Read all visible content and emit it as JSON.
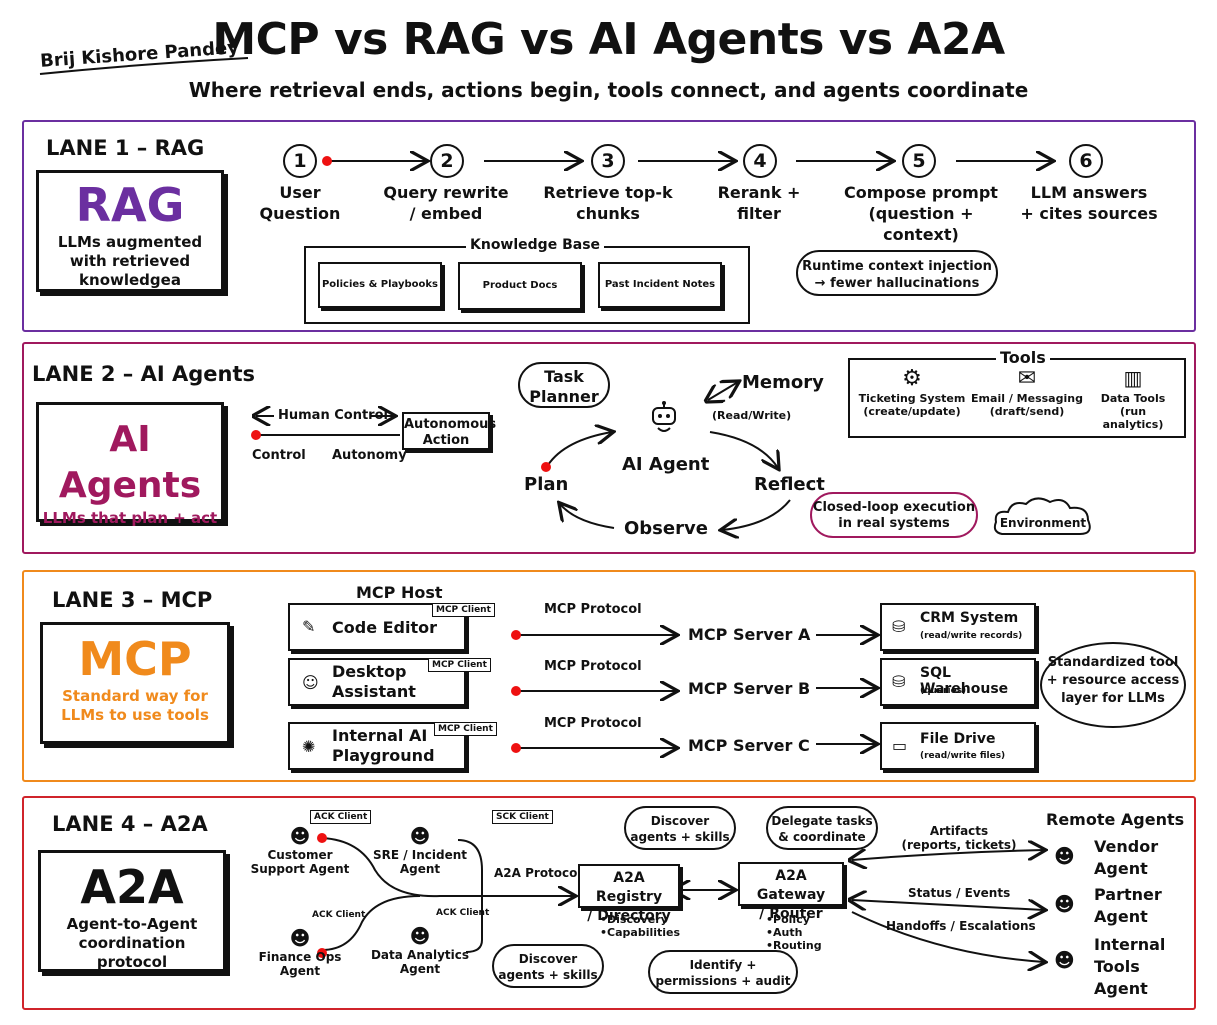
{
  "header": {
    "title": "MCP vs RAG vs AI Agents vs A2A",
    "subtitle": "Where retrieval ends, actions begin, tools connect, and agents coordinate",
    "author": "Brij Kishore Pandey"
  },
  "colors": {
    "rag": "#6b2fa0",
    "agents": "#a0195e",
    "mcp": "#f08a1c",
    "a2a": "#d0242b"
  },
  "lane1": {
    "title": "LANE 1 – RAG",
    "badge_big": "RAG",
    "badge_desc": "LLMs augmented with retrieved knowledgea",
    "steps": [
      {
        "num": "1",
        "label_l1": "User",
        "label_l2": "Question"
      },
      {
        "num": "2",
        "label_l1": "Query rewrite",
        "label_l2": "/ embed"
      },
      {
        "num": "3",
        "label_l1": "Retrieve top-k",
        "label_l2": "chunks"
      },
      {
        "num": "4",
        "label_l1": "Rerank +",
        "label_l2": "filter"
      },
      {
        "num": "5",
        "label_l1": "Compose prompt",
        "label_l2": "(question + context)"
      },
      {
        "num": "6",
        "label_l1": "LLM answers",
        "label_l2": "+ cites sources"
      }
    ],
    "kb_title": "Knowledge Base",
    "kb_docs": [
      "Policies & Playbooks",
      "Product Docs",
      "Past Incident Notes"
    ],
    "bubble_l1": "Runtime context injection",
    "bubble_l2": "→ fewer hallucinations"
  },
  "lane2": {
    "title": "LANE 2 – AI Agents",
    "badge_big": "AI Agents",
    "badge_desc": "LLMs that plan + act",
    "human_control": "Human Control",
    "control": "Control",
    "autonomy": "Autonomy",
    "autonomous_action_l1": "Autonomous",
    "autonomous_action_l2": "Action",
    "task_planner_l1": "Task",
    "task_planner_l2": "Planner",
    "memory": "Memory",
    "read_write": "(Read/Write)",
    "ai_agent": "AI Agent",
    "plan": "Plan",
    "reflect": "Reflect",
    "observe": "Observe",
    "closed_loop_l1": "Closed-loop execution",
    "closed_loop_l2": "in real systems",
    "environment": "Environment",
    "tools_title": "Tools",
    "tools": [
      {
        "icon": "gears-icon",
        "l1": "Ticketing System",
        "l2": "(create/update)"
      },
      {
        "icon": "mail-icon",
        "l1": "Email / Messaging",
        "l2": "(draft/send)"
      },
      {
        "icon": "analytics-icon",
        "l1": "Data Tools",
        "l2": "(run analytics)"
      }
    ]
  },
  "lane3": {
    "title": "LANE 3 – MCP",
    "badge_big": "MCP",
    "badge_desc_l1": "Standard way for",
    "badge_desc_l2": "LLMs to use tools",
    "host_title": "MCP Host",
    "client_tag": "MCP Client",
    "protocol": "MCP Protocol",
    "hosts": [
      {
        "l1": "Code Editor",
        "l2": ""
      },
      {
        "l1": "Desktop",
        "l2": "Assistant"
      },
      {
        "l1": "Internal AI",
        "l2": "Playground"
      }
    ],
    "servers": [
      "MCP Server A",
      "MCP Server B",
      "MCP Server C"
    ],
    "resources": [
      {
        "l1": "CRM System",
        "l2": "(read/write records)"
      },
      {
        "l1": "SQL Warehouse",
        "l2": "(queries)"
      },
      {
        "l1": "File Drive",
        "l2": "(read/write files)"
      }
    ],
    "bubble_l1": "Standardized tool",
    "bubble_l2": "+ resource access",
    "bubble_l3": "layer for LLMs"
  },
  "lane4": {
    "title": "LANE 4 – A2A",
    "badge_big": "A2A",
    "badge_desc_l1": "Agent-to-Agent",
    "badge_desc_l2": "coordination protocol",
    "ack_client": "ACK Client",
    "sck_client": "SCK Client",
    "agents": [
      {
        "l1": "Customer",
        "l2": "Support Agent"
      },
      {
        "l1": "SRE / Incident",
        "l2": "Agent"
      },
      {
        "l1": "Finance Ops",
        "l2": "Agent"
      },
      {
        "l1": "Data Analytics",
        "l2": "Agent"
      }
    ],
    "a2a_protocol": "A2A Protocol",
    "registry_l1": "A2A Registry",
    "registry_l2": "/ Directory",
    "registry_b1": "•Discovery",
    "registry_b2": "•Capabilities",
    "gateway_l1": "A2A Gateway",
    "gateway_l2": "/ Router",
    "gateway_b1": "•Policy",
    "gateway_b2": "•Auth",
    "gateway_b3": "•Routing",
    "bubble_discover_l1": "Discover",
    "bubble_discover_l2": "agents + skills",
    "bubble_delegate_l1": "Delegate tasks",
    "bubble_delegate_l2": "& coordinate",
    "bubble_discover2_l1": "Discover",
    "bubble_discover2_l2": "agents + skills",
    "bubble_identify_l1": "Identify +",
    "bubble_identify_l2": "permissions + audit",
    "artifacts_l1": "Artifacts",
    "artifacts_l2": "(reports, tickets)",
    "status_events": "Status / Events",
    "handoffs": "Handoffs / Escalations",
    "remote_title": "Remote Agents",
    "remote": [
      {
        "l1": "Vendor",
        "l2": "Agent",
        "l3": ""
      },
      {
        "l1": "Partner",
        "l2": "Agent",
        "l3": ""
      },
      {
        "l1": "Internal",
        "l2": "Tools",
        "l3": "Agent"
      }
    ]
  }
}
